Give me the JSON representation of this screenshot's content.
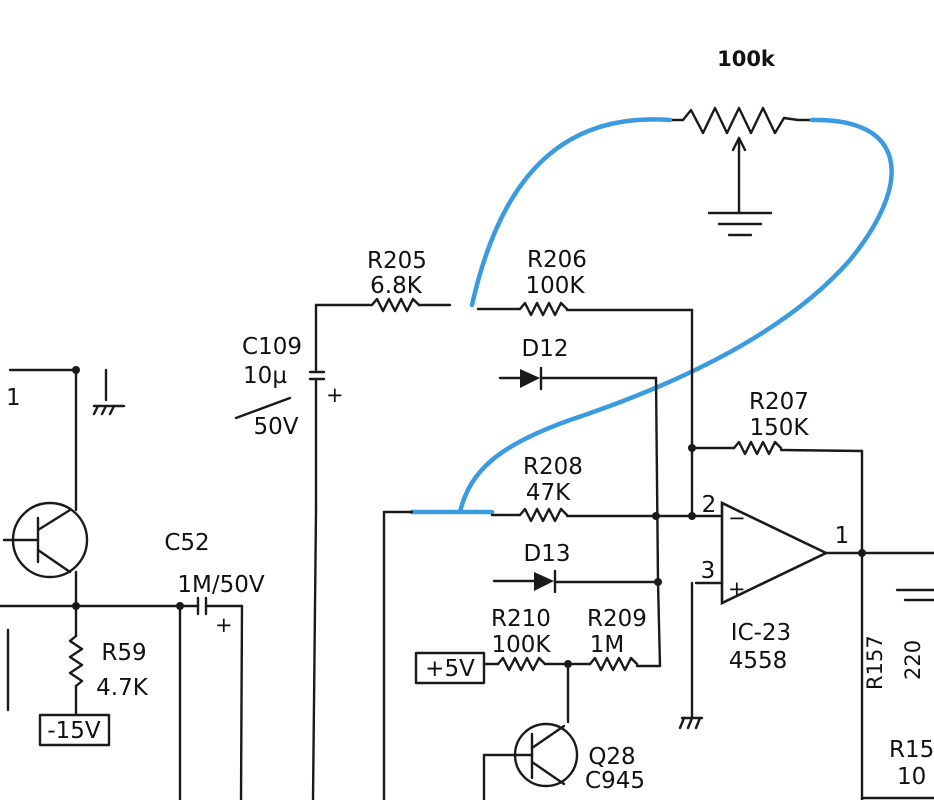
{
  "overlay": {
    "pot_value": "100k",
    "wire_color": "#3a9be0"
  },
  "labels": {
    "r205_name": "R205",
    "r205_value": "6.8K",
    "r206_name": "R206",
    "r206_value": "100K",
    "c109_name": "C109",
    "c109_value": "10µ",
    "c109_voltage": "50V",
    "d12": "D12",
    "r207_name": "R207",
    "r207_value": "150K",
    "r208_name": "R208",
    "r208_value": "47K",
    "d13": "D13",
    "pin2": "2",
    "pin3": "3",
    "pin1": "1",
    "ic_name": "IC-23",
    "ic_part": "4558",
    "r210_name": "R210",
    "r210_value": "100K",
    "r209_name": "R209",
    "r209_value": "1M",
    "plus5v": "+5V",
    "c52_name": "C52",
    "c52_value": "1M/50V",
    "r59_name": "R59",
    "r59_value": "4.7K",
    "minus15v": "-15V",
    "q28_name": "Q28",
    "q28_part": "C945",
    "r157_fragment": "R157",
    "r157_value_fragment": "220",
    "r15x_fragment": "R15",
    "r15x_value_fragment": "10",
    "left_edge_fragment": "1"
  }
}
